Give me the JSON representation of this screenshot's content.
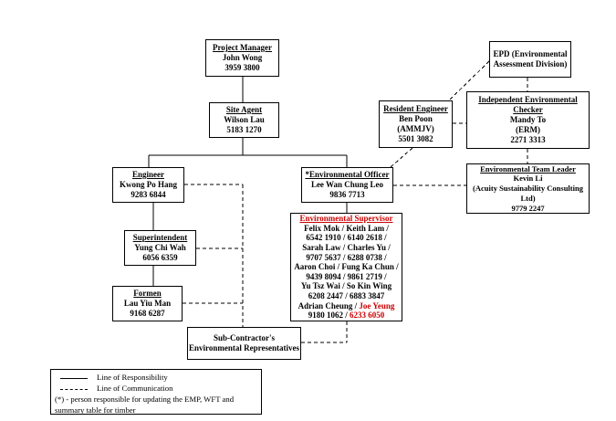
{
  "boxes": {
    "project_manager": {
      "title": "Project Manager",
      "lines": [
        "John Wong",
        "3959 3800"
      ]
    },
    "site_agent": {
      "title": "Site Agent",
      "lines": [
        "Wilson Lau",
        "5183 1270"
      ]
    },
    "engineer": {
      "title": "Engineer",
      "lines": [
        "Kwong Po Hang",
        "9283 6844"
      ]
    },
    "superintendent": {
      "title": "Superintendent",
      "lines": [
        "Yung Chi Wah",
        "6056 6359"
      ]
    },
    "formen": {
      "title": "Formen",
      "lines": [
        "Lau Yiu Man",
        "9168 6287"
      ]
    },
    "subcontractor": {
      "lines": [
        "Sub-Contractor's",
        "Environmental Representatives"
      ]
    },
    "environmental_officer": {
      "title": "*Environmental Officer",
      "lines": [
        "Lee Wan Chung Leo",
        "9836 7713"
      ]
    },
    "environmental_supervisor": {
      "title": "Environmental Supervisor",
      "lines": [
        "Felix Mok / Keith Lam /",
        "6542 1910 / 6140 2618 /",
        "Sarah Law / Charles Yu /",
        "9707 5637 / 6288 0738 /",
        "Aaron Choi / Fung Ka Chun /",
        "9439 8094 / 9861 2719 /",
        "Yu Tsz Wai / So Kin Wing",
        "6208 2447 / 6883 3847"
      ],
      "line9_black": "Adrian Cheung / ",
      "line9_red": "Joe Yeung",
      "line10_black": "9180 1062 / ",
      "line10_red": "6233 6050"
    },
    "resident_engineer": {
      "title": "Resident Engineer",
      "lines": [
        "Ben Poon",
        "(AMMJV)",
        "5501 3082"
      ]
    },
    "epd": {
      "lines": [
        "EPD (Environmental",
        "Assessment Division)"
      ]
    },
    "independent_checker": {
      "title_lines": [
        "Independent Environmental",
        "Checker"
      ],
      "lines": [
        "Mandy To",
        "(ERM)",
        "2271 3313"
      ]
    },
    "team_leader": {
      "title": "Environmental Team Leader",
      "lines": [
        "Kevin Li",
        "(Acuity Sustainability Consulting",
        "Ltd)",
        "9779 2247"
      ]
    }
  },
  "legend": {
    "responsibility_label": "Line of Responsibility",
    "communication_label": "Line of Communication",
    "note_line1": "(*) - person responsible for updating the EMP, WFT and",
    "note_line2": "summary table for timber"
  },
  "colors": {
    "highlight_red": "#cc0000",
    "line_black": "#000000"
  }
}
